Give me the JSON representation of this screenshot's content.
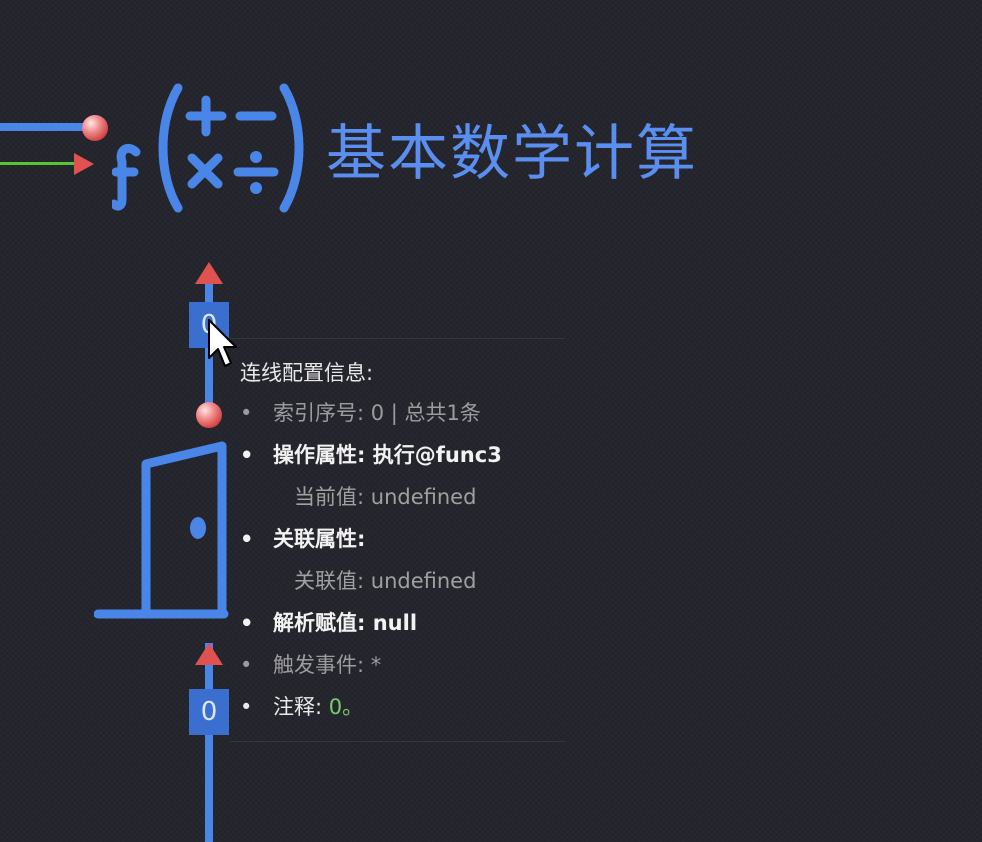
{
  "node": {
    "title": "基本数学计算",
    "icon": "math-function-icon",
    "accent_color": "#4a86e8",
    "wire_colors": {
      "blue": "#4a86e8",
      "green": "#5bc236",
      "port": "#e0524f"
    }
  },
  "ports": {
    "top_index": "0",
    "bottom_index": "0"
  },
  "tooltip": {
    "heading": "连线配置信息:",
    "index_label": "索引序号:",
    "index_value": "0 | 总共1条",
    "operation_label": "操作属性:",
    "operation_value": "执行@func3",
    "current_value_label": "当前值:",
    "current_value": "undefined",
    "linked_prop_label": "关联属性:",
    "linked_value_label": "关联值:",
    "linked_value": "undefined",
    "parse_label": "解析赋值:",
    "parse_value": "null",
    "event_label": "触发事件:",
    "event_value": "*",
    "comment_label": "注释:",
    "comment_value": "0。"
  },
  "bullet": "•"
}
